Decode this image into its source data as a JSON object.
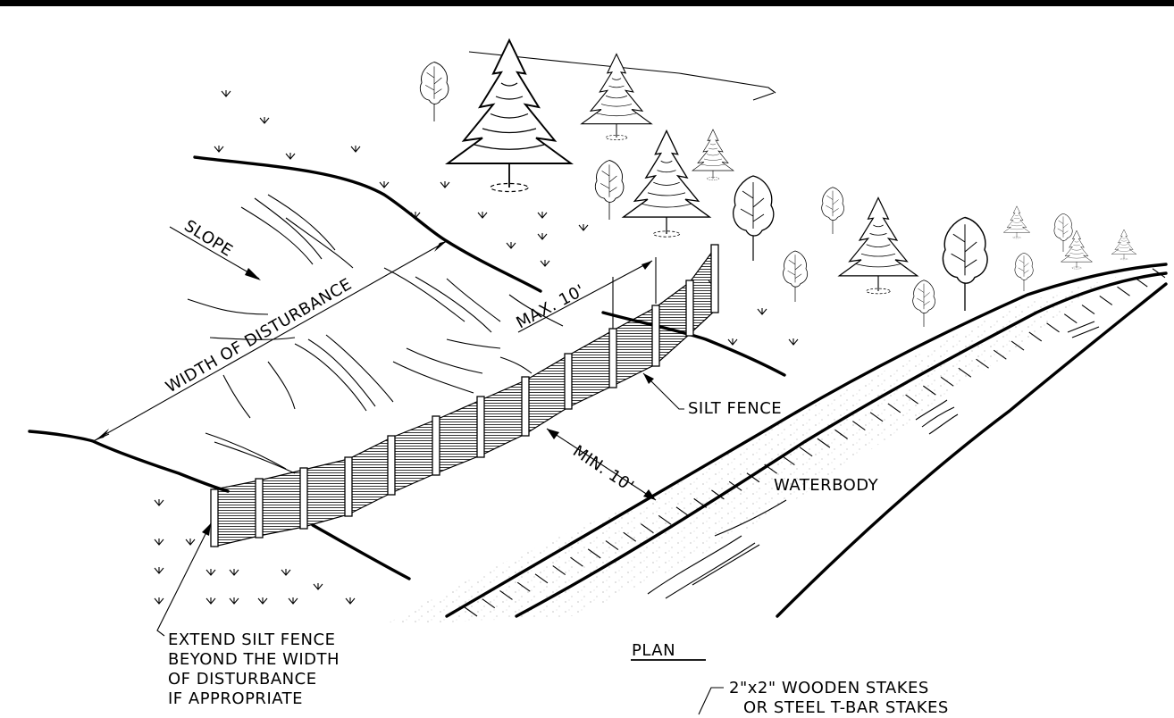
{
  "labels": {
    "slope": "SLOPE",
    "width_of_disturbance": "WIDTH OF DISTURBANCE",
    "max_spacing": "MAX. 10'",
    "silt_fence": "SILT FENCE",
    "min_setback": "MIN. 10'",
    "waterbody": "WATERBODY",
    "extend_line1": "EXTEND SILT FENCE",
    "extend_line2": "BEYOND THE WIDTH",
    "extend_line3": "OF DISTURBANCE",
    "extend_line4": "IF APPROPRIATE",
    "plan": "PLAN",
    "stakes_line1": "2\"x2\" WOODEN STAKES",
    "stakes_line2": "OR STEEL T-BAR STAKES"
  }
}
